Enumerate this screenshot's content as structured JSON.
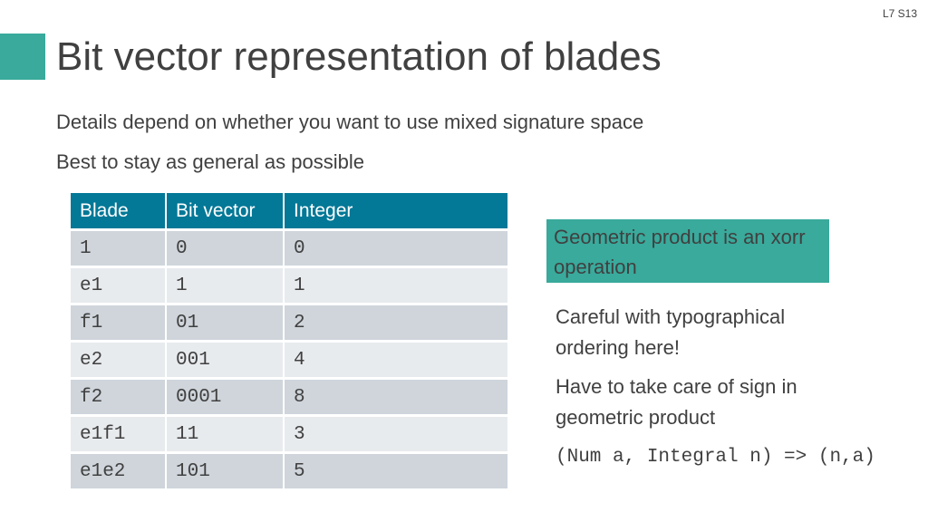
{
  "slide_number": "L7 S13",
  "title": "Bit vector representation of blades",
  "bullets": [
    "Details depend on whether you want to use mixed signature space",
    "Best to stay as general as possible"
  ],
  "table": {
    "headers": [
      "Blade",
      "Bit vector",
      "Integer"
    ],
    "rows": [
      [
        "1",
        "0",
        "0"
      ],
      [
        "e1",
        "1",
        "1"
      ],
      [
        "f1",
        "01",
        "2"
      ],
      [
        "e2",
        "001",
        "4"
      ],
      [
        "f2",
        "0001",
        "8"
      ],
      [
        "e1f1",
        "11",
        "3"
      ],
      [
        "e1e2",
        "101",
        "5"
      ]
    ]
  },
  "callout": "Geometric product is an xorr operation",
  "notes": [
    "Careful with typographical ordering here!",
    "Have to take care of sign in geometric product"
  ],
  "code_line": "(Num a, Integral n) => (n,a)",
  "colors": {
    "accent_teal": "#39aa9c",
    "table_header": "#037897",
    "row_dark": "#cfd5db",
    "row_light": "#e8ebee"
  }
}
